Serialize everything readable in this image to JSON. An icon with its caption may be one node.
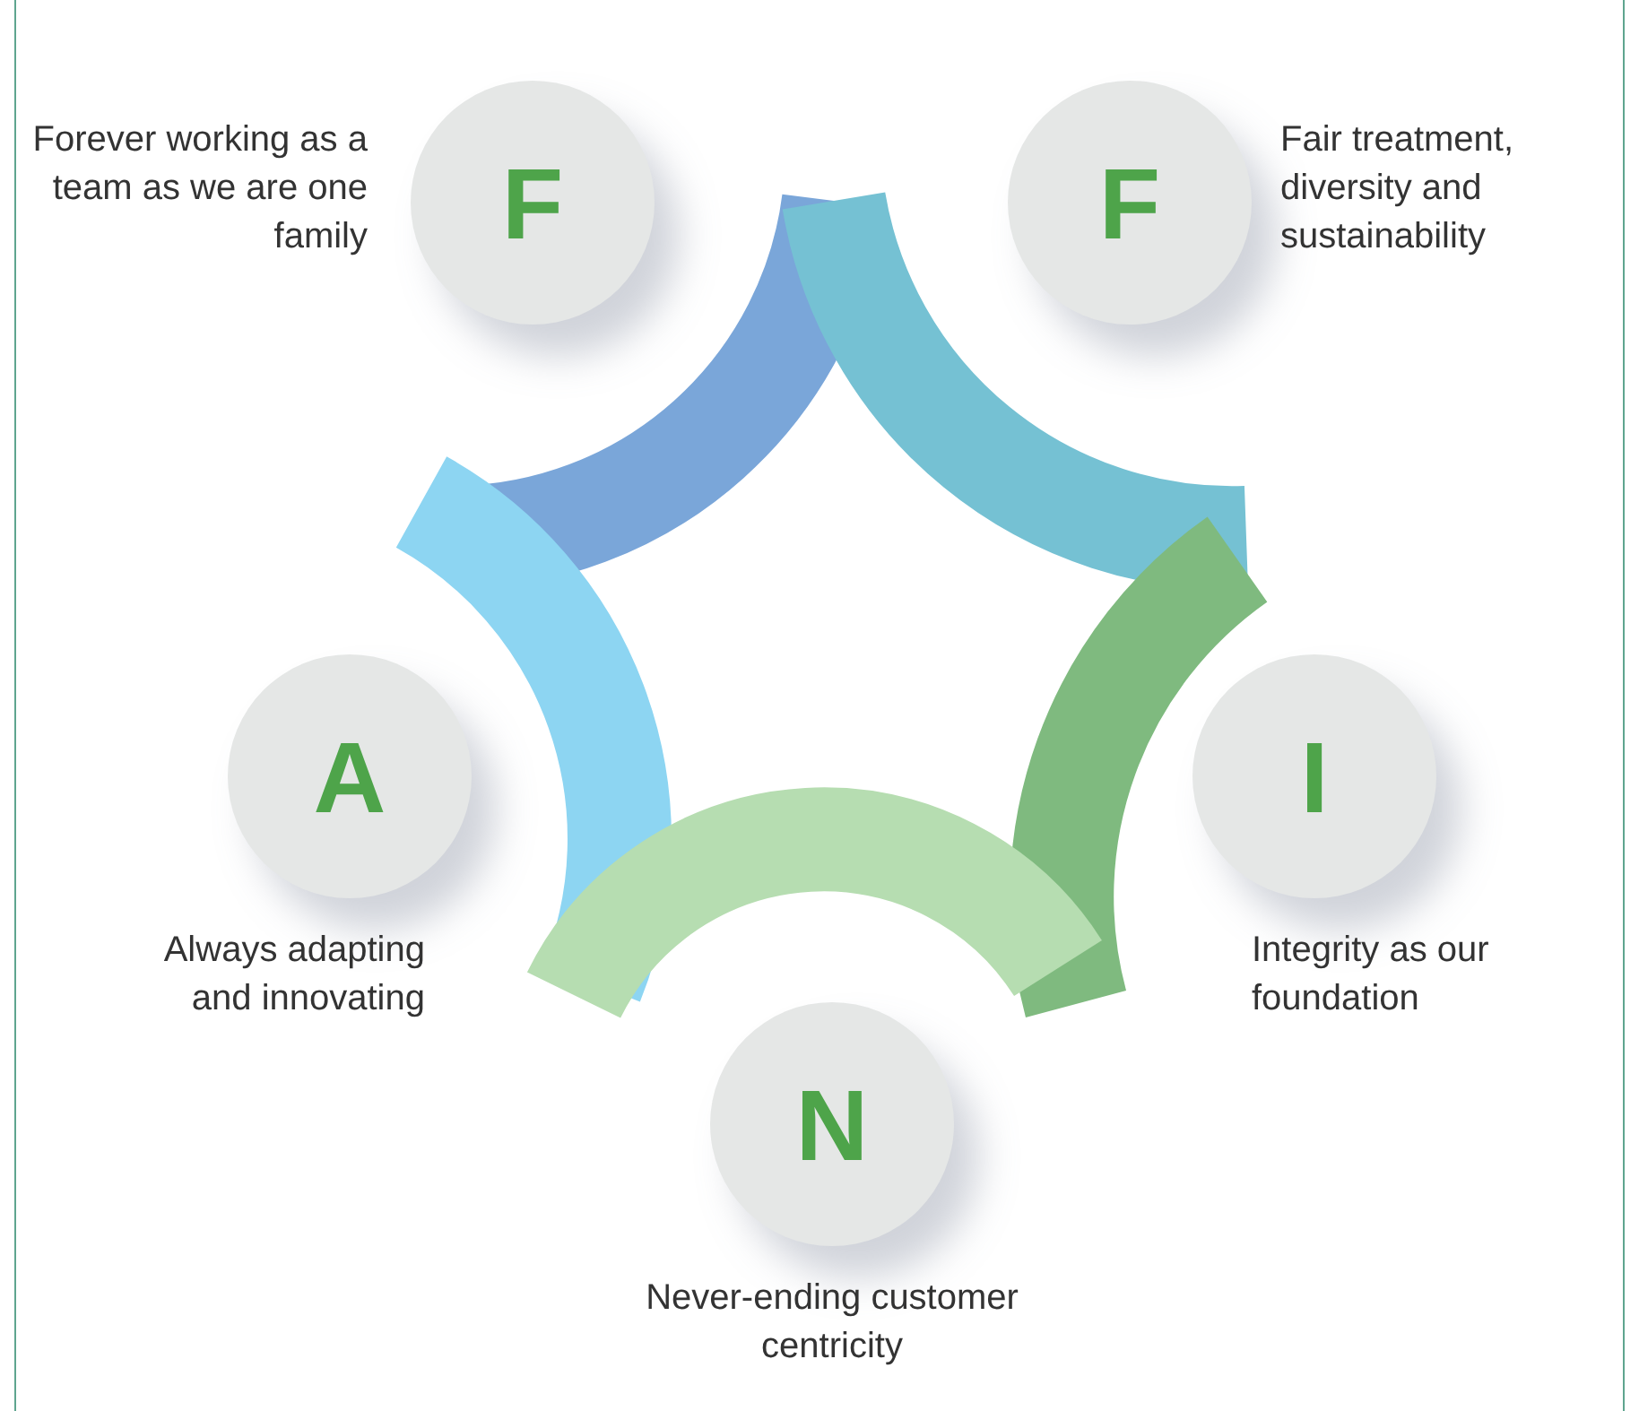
{
  "diagram": {
    "nodes": [
      {
        "text": [
          "F"
        ],
        "beside": [
          "Forever working as a team as we are one family"
        ]
      },
      {
        "text": [
          "F"
        ],
        "beside": [
          "Fair treatment, diversity and sustainability"
        ]
      },
      {
        "text": [
          "I"
        ],
        "beside": [
          "Integrity as our foundation"
        ]
      },
      {
        "text": [
          "N"
        ],
        "beside": [
          "Never-ending customer centricity"
        ]
      },
      {
        "text": [
          "A"
        ],
        "beside": [
          "Always adapting and innovating"
        ]
      }
    ]
  }
}
